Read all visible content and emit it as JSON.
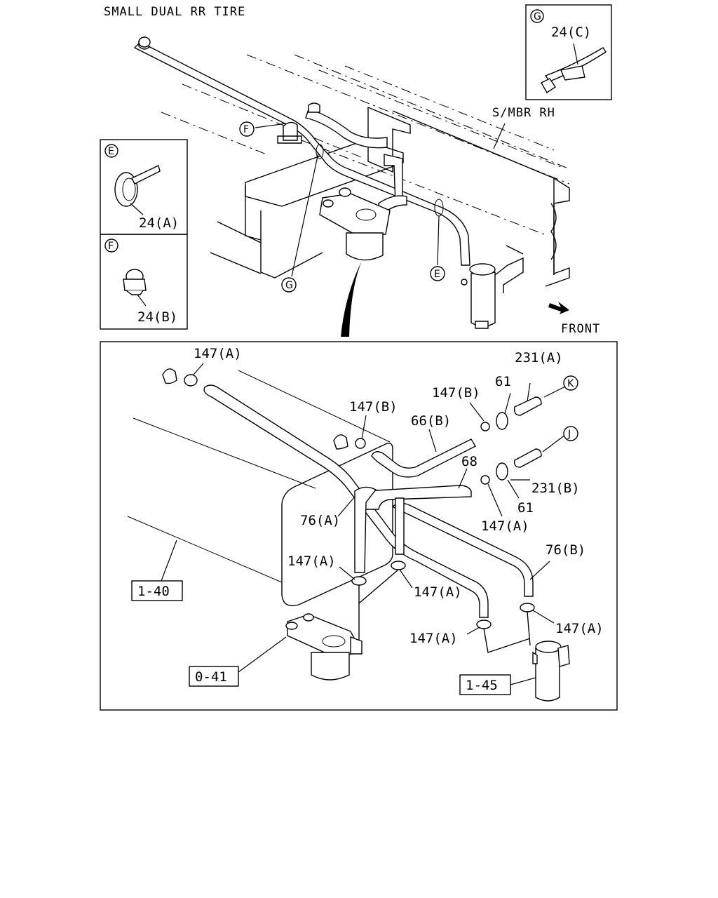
{
  "header": {
    "title": "SMALL DUAL RR TIRE"
  },
  "top_view": {
    "member_label": "S/MBR RH",
    "front_label": "FRONT",
    "callouts": {
      "f": "F",
      "g": "G",
      "e": "E"
    }
  },
  "insets": {
    "g": {
      "letter": "G",
      "part": "24(C)"
    },
    "e": {
      "letter": "E",
      "part": "24(A)"
    },
    "f": {
      "letter": "F",
      "part": "24(B)"
    }
  },
  "detail": {
    "labels": {
      "clamp_top_left": "147(A)",
      "clamp_mid_top": "147(B)",
      "clamp_right_top": "147(B)",
      "part_61_top": "61",
      "part_231a": "231(A)",
      "conn_k": "K",
      "conn_j": "J",
      "part_66b": "66(B)",
      "part_68": "68",
      "part_231b": "231(B)",
      "part_61_bottom": "61",
      "clamp_right_mid": "147(A)",
      "part_76a": "76(A)",
      "part_76b": "76(B)",
      "clamp_left_mid": "147(A)",
      "clamp_center_mid": "147(A)",
      "clamp_bottom_center": "147(A)",
      "clamp_bottom_right": "147(A)"
    },
    "refs": {
      "tank": "1-40",
      "filter_left": "0-41",
      "filter_right": "1-45"
    }
  }
}
